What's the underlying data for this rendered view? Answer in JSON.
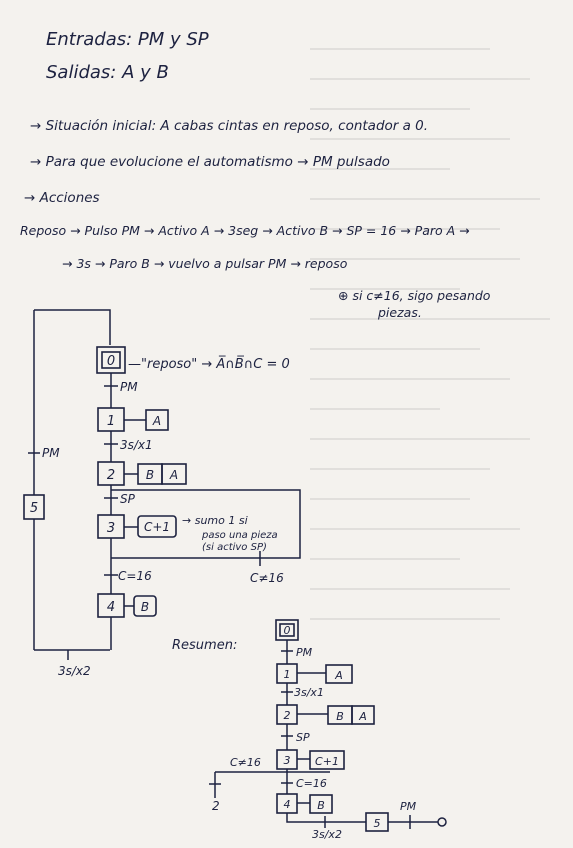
{
  "notes": {
    "line1": "Entradas: PM y SP",
    "line2": "Salidas: A y B",
    "line3": "→ Situación inicial: A cabas cintas en reposo, contador a 0.",
    "line4": "→ Para que evolucione el automatismo → PM pulsado",
    "line5": "→ Acciones",
    "line6": "Reposo → Pulso PM → Activo A → 3seg → Activo B → SP = 16 → Paro A →",
    "line7": "→ 3s → Paro B → vuelvo a pulsar PM → reposo",
    "side1": "⊕ si c≠16, sigo pesando",
    "side2": "piezas."
  },
  "grafcet_main": {
    "step0": "0",
    "step0_note": "—\"reposo\" → A̅∩B̅∩C = 0",
    "t_pm": "PM",
    "step1": "1",
    "action1": "A",
    "t_3s": "3s/x1",
    "step2": "2",
    "action2a": "B",
    "action2b": "A",
    "t_sp": "SP",
    "step3": "3",
    "action3": "C+1",
    "note3a": "→ sumo 1 si",
    "note3b": "paso una pieza",
    "note3c": "(si activo SP)",
    "t_c16": "C=16",
    "t_cne16": "C≠16",
    "step4": "4",
    "action4": "B",
    "t_3s2": "3s/x2",
    "step5": "5",
    "t_pm_left": "PM"
  },
  "grafcet_summary": {
    "title": "Resumen:",
    "step0": "0",
    "t_pm": "PM",
    "step1": "1",
    "action1": "A",
    "t_3s": "3s/x1",
    "step2": "2",
    "action2a": "B",
    "action2b": "A",
    "t_sp": "SP",
    "step3": "3",
    "action3": "C+1",
    "t_cne16": "C≠16",
    "t_c16": "C=16",
    "back_to": "2",
    "step4": "4",
    "action4": "B",
    "t_3s2": "3s/x2",
    "step5": "5"
  }
}
